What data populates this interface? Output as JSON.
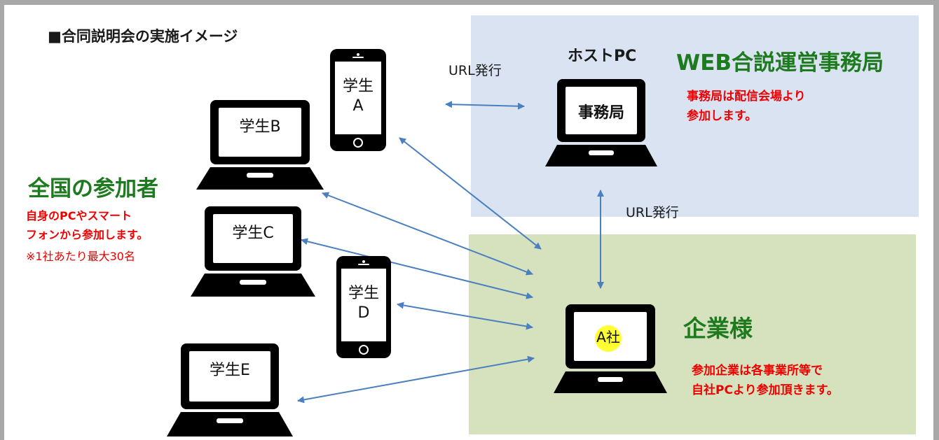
{
  "title": "■合同説明会の実施イメージ",
  "host": {
    "label": "ホストPC",
    "device_label": "事務局",
    "heading": "WEB合説運営事務局",
    "note_line1": "事務局は配信会場より",
    "note_line2": "参加します。"
  },
  "url_issue_top": "URL発行",
  "url_issue_mid": "URL発行",
  "participants": {
    "heading": "全国の参加者",
    "note_line1": "自身のPCやスマート",
    "note_line2": "フォンから参加します。",
    "note_line3": "※1社あたり最大30名"
  },
  "company": {
    "heading": "企業様",
    "device_label": "A社",
    "note_line1": "参加企業は各事業所等で",
    "note_line2": "自社PCより参加頂きます。"
  },
  "students": {
    "a_line1": "学生",
    "a_line2": "A",
    "b": "学生B",
    "c": "学生C",
    "d_line1": "学生",
    "d_line2": "D",
    "e": "学生E"
  },
  "colors": {
    "host_bg": "#dae3f1",
    "company_bg": "#d6e2bd",
    "arrow": "#4a7fc0",
    "heading_green": "#1e7a1e",
    "note_red": "#ee0000",
    "highlight": "#ffff33"
  },
  "icons": {
    "laptop": "laptop-icon",
    "phone": "smartphone-icon"
  }
}
